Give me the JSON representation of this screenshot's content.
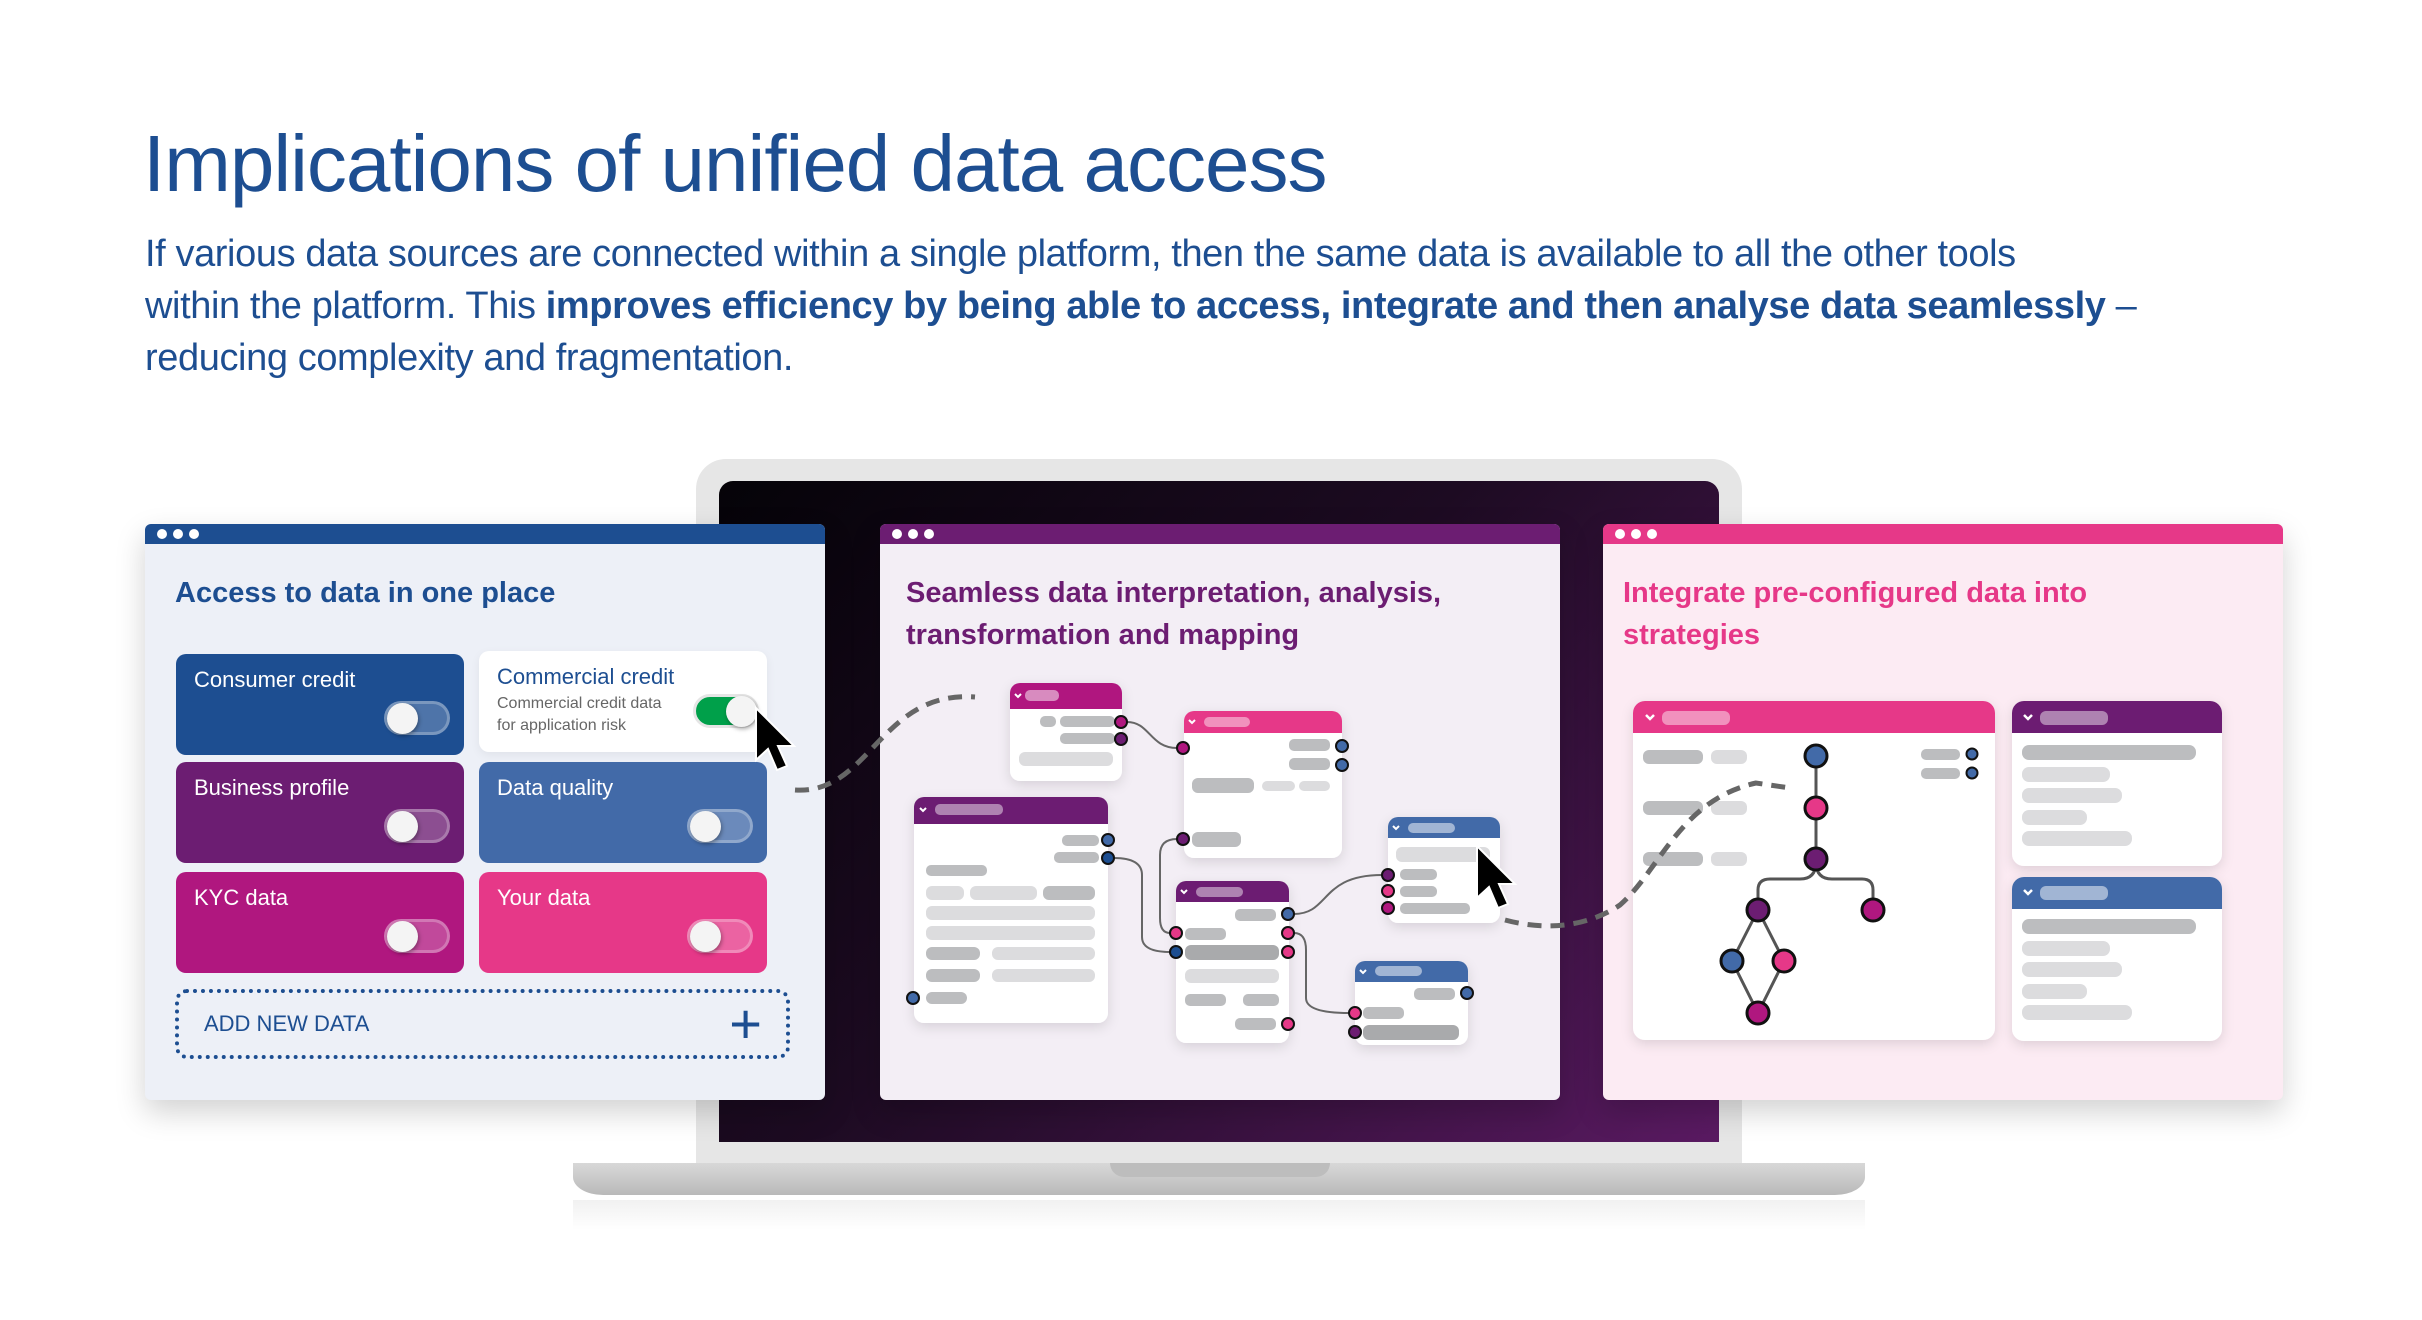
{
  "header": {
    "title": "Implications of unified data access",
    "intro": {
      "line1": "If various data sources are connected within a single platform, then the same data is available to all the other tools",
      "line2_pre": "within the platform. This ",
      "line2_bold": "improves efficiency by being able to access, integrate and then analyse data seamlessly",
      "line2_post": " –",
      "line3": "reducing complexity and fragmentation."
    }
  },
  "access_panel": {
    "title": "Access to data in one place",
    "tiles": [
      {
        "label": "Consumer credit",
        "on": false,
        "color": "#1d4e91"
      },
      {
        "label": "Commercial credit",
        "subtitle": "Commercial credit data",
        "subtitle2": "for application risk",
        "on": true,
        "color": "#ffffff"
      },
      {
        "label": "Business profile",
        "on": false,
        "color": "#6c1d72"
      },
      {
        "label": "Data quality",
        "on": false,
        "color": "#426aa8"
      },
      {
        "label": "KYC data",
        "on": false,
        "color": "#b0177f"
      },
      {
        "label": "Your data",
        "on": false,
        "color": "#e63888"
      }
    ],
    "add_label": "ADD NEW DATA",
    "add_icon": "plus-icon"
  },
  "analysis_panel": {
    "title_line1": "Seamless data interpretation, analysis,",
    "title_line2": "transformation and mapping"
  },
  "strategy_panel": {
    "title_line1": "Integrate pre-configured data into",
    "title_line2": "strategies"
  },
  "colors": {
    "blue": "#1d4e91",
    "mid_blue": "#426aa8",
    "purple": "#6c1d72",
    "magenta": "#b0177f",
    "pink": "#e63888",
    "toggle_on": "#00a04a"
  }
}
